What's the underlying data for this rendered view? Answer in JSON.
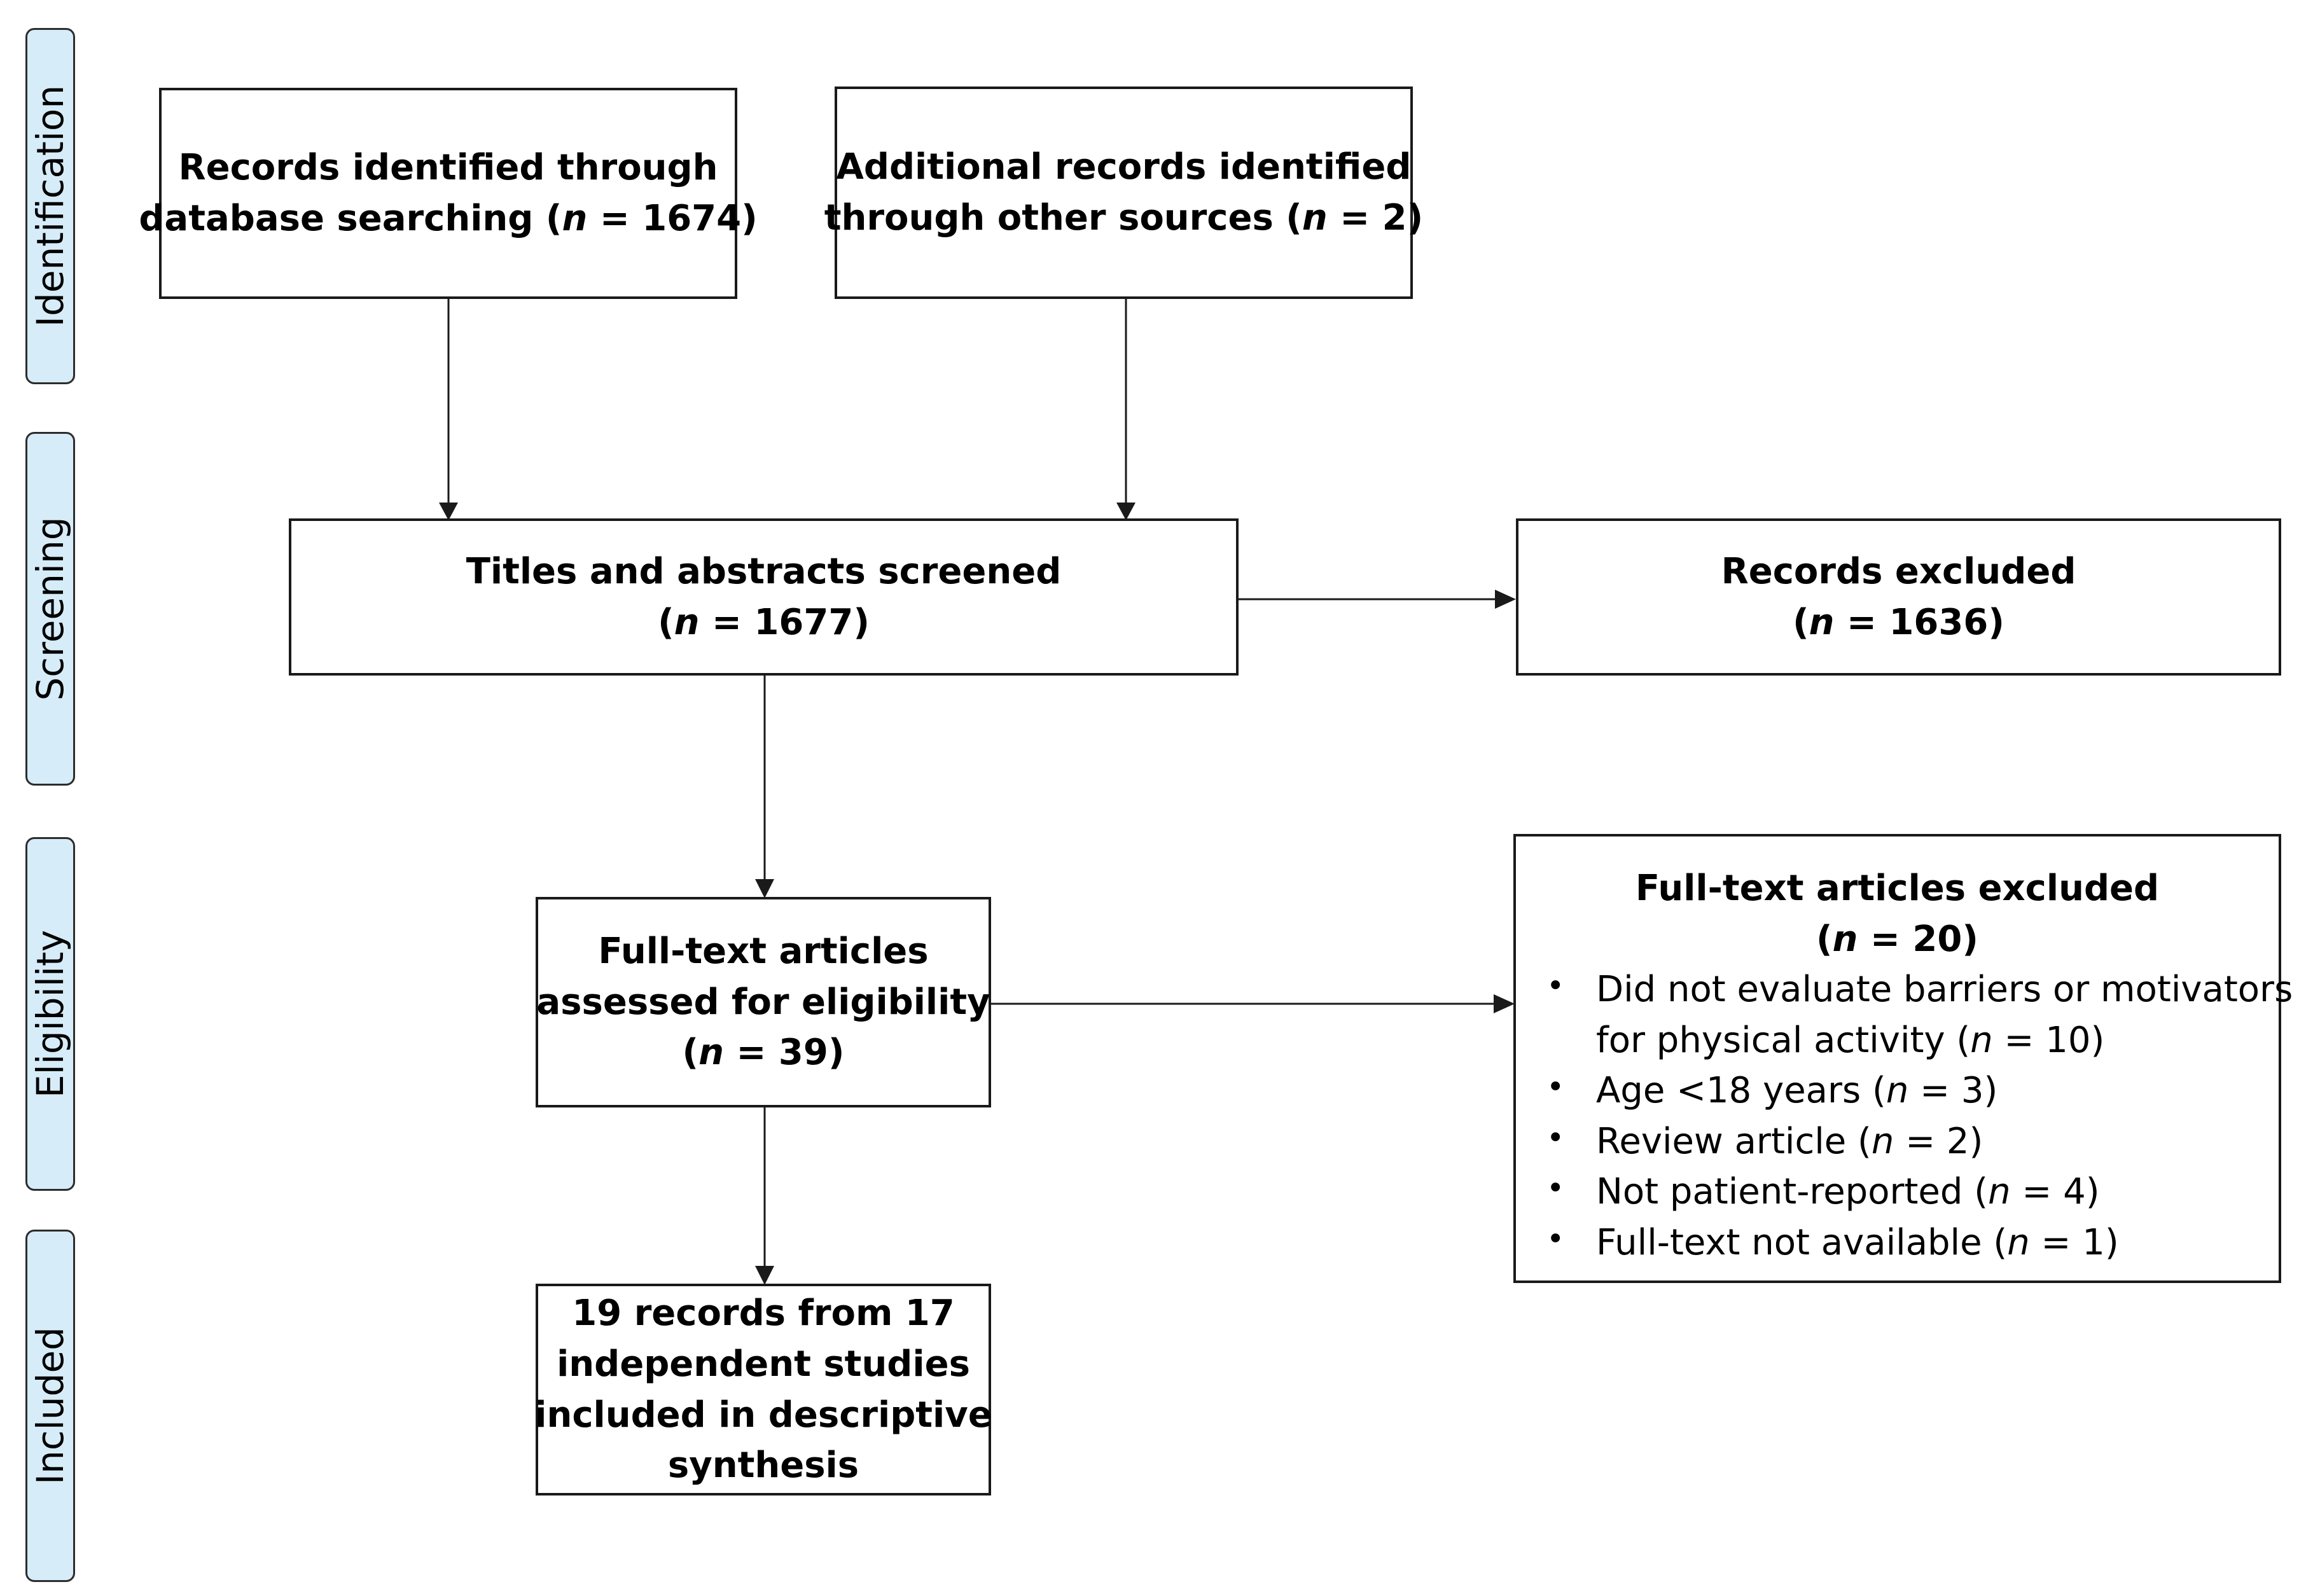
{
  "phases": {
    "identification": "Identification",
    "screening": "Screening",
    "eligibility": "Eligibility",
    "included": "Included"
  },
  "boxes": {
    "database": {
      "line1": "Records identified through",
      "line2_pre": "database searching (",
      "n_symbol": "n",
      "line2_post": " = 1674)",
      "n": 1674
    },
    "other": {
      "line1": "Additional  records identified",
      "line2_pre": "through other sources (",
      "n_symbol": "n",
      "line2_post": " = 2)",
      "n": 2
    },
    "screened": {
      "line1": "Titles and abstracts screened",
      "line2_pre": "(",
      "n_symbol": "n",
      "line2_post": " = 1677)",
      "n": 1677
    },
    "records_excluded": {
      "line1": "Records excluded",
      "line2_pre": "(",
      "n_symbol": "n",
      "line2_post": " = 1636)",
      "n": 1636
    },
    "fulltext": {
      "line1": "Full-text articles",
      "line2": "assessed for eligibility",
      "line3_pre": "(",
      "n_symbol": "n",
      "line3_post": " = 39)",
      "n": 39
    },
    "included": {
      "line1": "19 records from 17",
      "line2": "independent studies",
      "line3": "included in descriptive",
      "line4": "synthesis"
    }
  },
  "fulltext_excluded": {
    "title": "Full-text articles excluded",
    "total_pre": "(",
    "n_symbol": "n",
    "total_post": " = 20)",
    "n": 20,
    "reasons": [
      {
        "text1": "Did not evaluate barriers or motivators",
        "text2_pre": "for physical activity (",
        "n_symbol": "n",
        "text2_post": " = 10)",
        "n": 10
      },
      {
        "text_pre": "Age <18 years (",
        "n_symbol": "n",
        "text_post": " = 3)",
        "n": 3
      },
      {
        "text_pre": "Review article (",
        "n_symbol": "n",
        "text_post": " = 2)",
        "n": 2
      },
      {
        "text_pre": "Not patient-reported (",
        "n_symbol": "n",
        "text_post": " = 4)",
        "n": 4
      },
      {
        "text_pre": "Full-text not available (",
        "n_symbol": "n",
        "text_post": " = 1)",
        "n": 1
      }
    ]
  },
  "colors": {
    "phase_fill": "#d6ecf8",
    "border": "#1a1a1a",
    "arrow": "#1a1a1a"
  }
}
